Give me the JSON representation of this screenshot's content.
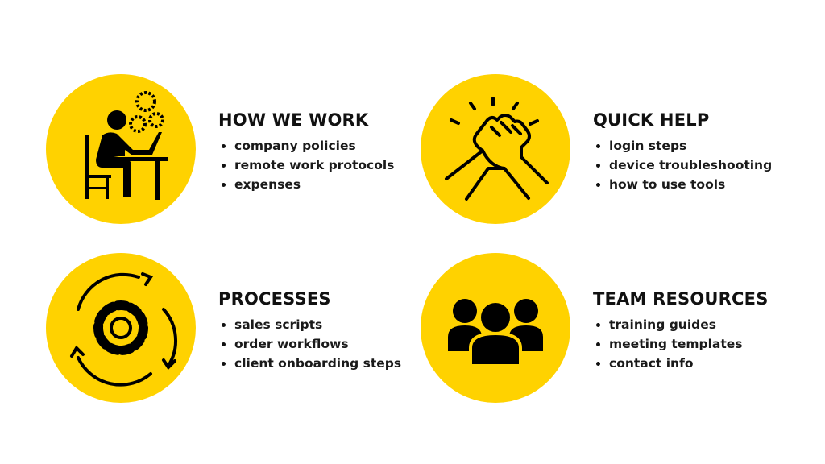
{
  "accent_color": "#FFD200",
  "sections": [
    {
      "title": "HOW WE WORK",
      "icon": "person-at-desk-gears-icon",
      "items": [
        "company policies",
        "remote work protocols",
        "expenses"
      ]
    },
    {
      "title": "QUICK HELP",
      "icon": "handshake-clasp-icon",
      "items": [
        "login steps",
        "device troubleshooting",
        "how to use tools"
      ]
    },
    {
      "title": "PROCESSES",
      "icon": "gear-cycle-icon",
      "items": [
        "sales scripts",
        "order workflows",
        "client onboarding steps"
      ]
    },
    {
      "title": "TEAM RESOURCES",
      "icon": "team-people-icon",
      "items": [
        "training guides",
        "meeting templates",
        "contact info"
      ]
    }
  ]
}
